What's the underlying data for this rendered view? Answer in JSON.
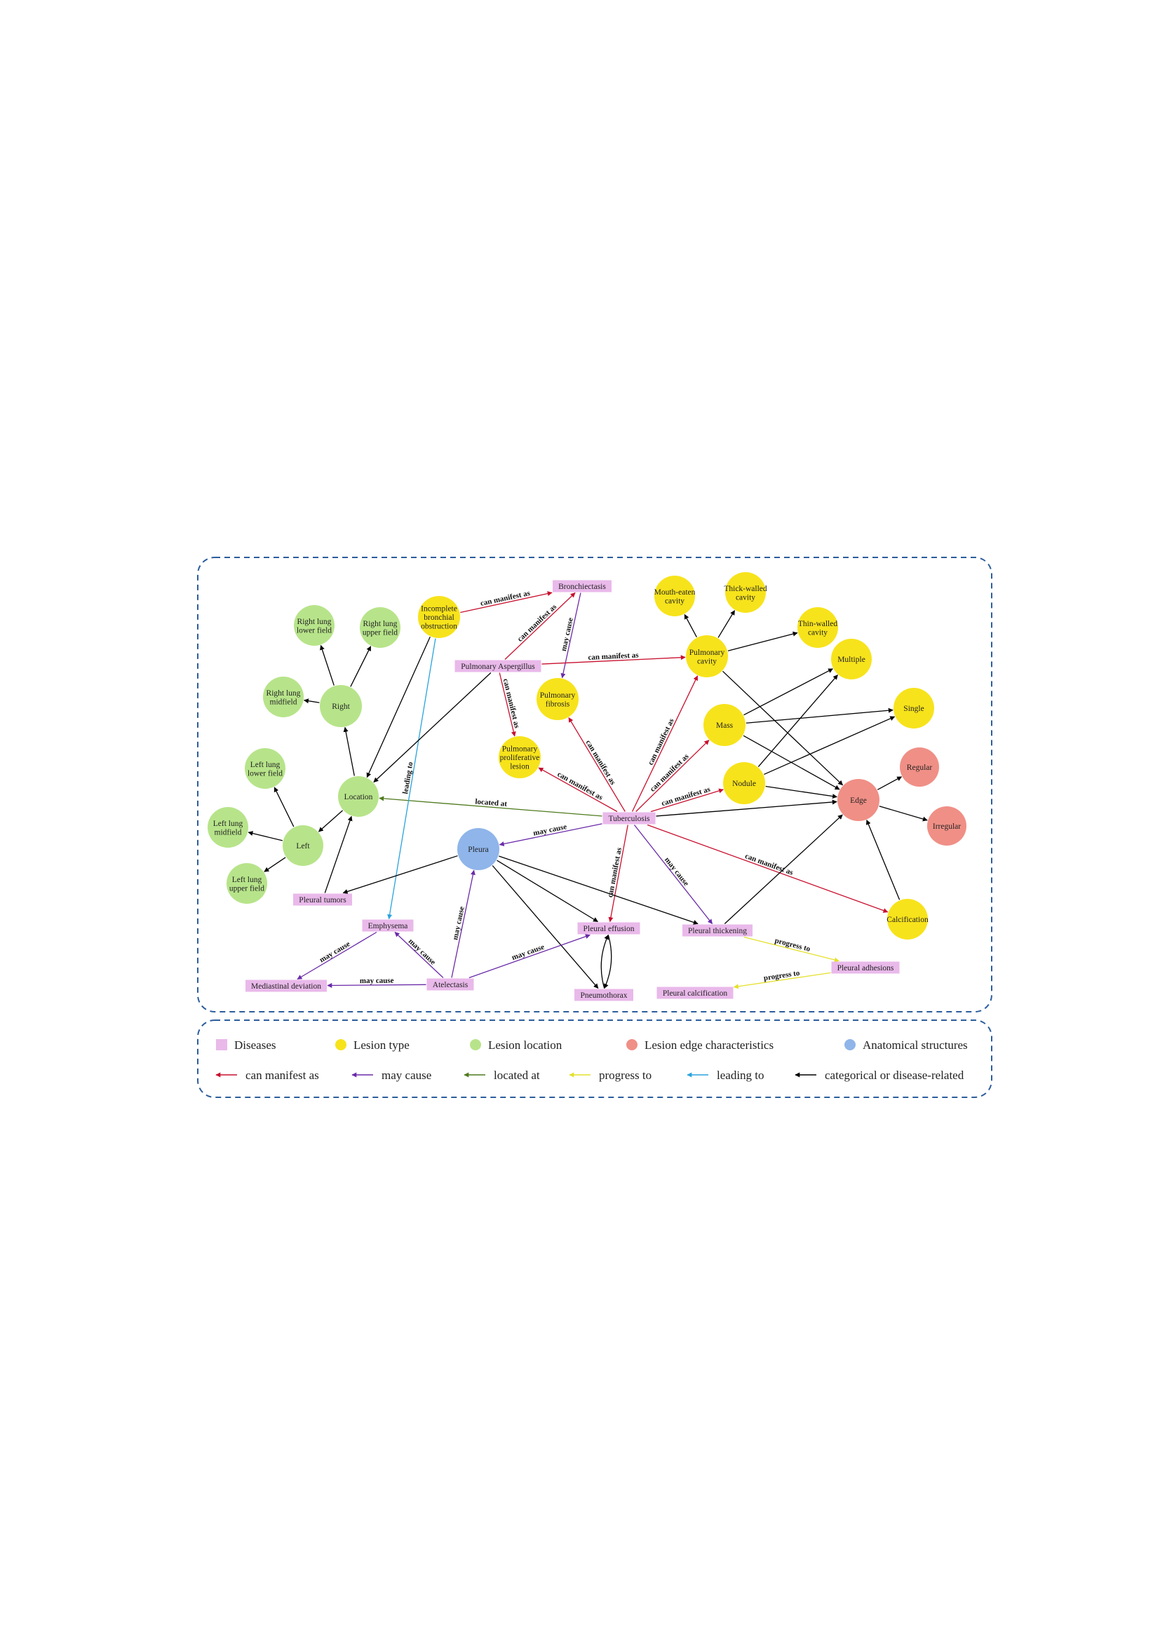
{
  "colors": {
    "disease": "#e9b9ea",
    "lesion_type": "#f7e31b",
    "lesion_location": "#b7e48a",
    "lesion_edge": "#f08f86",
    "anatomical": "#8fb5ea",
    "can_manifest_as": "#c8102e",
    "may_cause": "#6a2aa8",
    "located_at": "#4f7a1e",
    "progress_to": "#e4e02a",
    "leading_to": "#2aa3dd",
    "categorical": "#000000",
    "frame": "#2c5d9c"
  },
  "nodes": [
    {
      "id": "incomplete",
      "label": [
        "Incomplete",
        "bronchial",
        "obstruction"
      ],
      "type": "lesion_type"
    },
    {
      "id": "bronchiectasis",
      "label": [
        "Bronchiectasis"
      ],
      "type": "disease"
    },
    {
      "id": "aspergillus",
      "label": [
        "Pulmonary Aspergillus"
      ],
      "type": "disease"
    },
    {
      "id": "fibrosis",
      "label": [
        "Pulmonary",
        "fibrosis"
      ],
      "type": "lesion_type"
    },
    {
      "id": "proliferative",
      "label": [
        "Pulmonary",
        "proliferative",
        "lesion"
      ],
      "type": "lesion_type"
    },
    {
      "id": "mouth_eaten",
      "label": [
        "Mouth-eaten",
        "cavity"
      ],
      "type": "lesion_type"
    },
    {
      "id": "thick_walled",
      "label": [
        "Thick-walled",
        "cavity"
      ],
      "type": "lesion_type"
    },
    {
      "id": "thin_walled",
      "label": [
        "Thin-walled",
        "cavity"
      ],
      "type": "lesion_type"
    },
    {
      "id": "pulmonary_cavity",
      "label": [
        "Pulmonary",
        "cavity"
      ],
      "type": "lesion_type"
    },
    {
      "id": "multiple",
      "label": [
        "Multiple"
      ],
      "type": "lesion_type"
    },
    {
      "id": "single",
      "label": [
        "Single"
      ],
      "type": "lesion_type"
    },
    {
      "id": "mass",
      "label": [
        "Mass"
      ],
      "type": "lesion_type"
    },
    {
      "id": "nodule",
      "label": [
        "Nodule"
      ],
      "type": "lesion_type"
    },
    {
      "id": "calcification",
      "label": [
        "Calcification"
      ],
      "type": "lesion_type"
    },
    {
      "id": "regular",
      "label": [
        "Regular"
      ],
      "type": "lesion_edge"
    },
    {
      "id": "irregular",
      "label": [
        "Irregular"
      ],
      "type": "lesion_edge"
    },
    {
      "id": "edge",
      "label": [
        "Edge"
      ],
      "type": "lesion_edge"
    },
    {
      "id": "rl_lower",
      "label": [
        "Right lung",
        "lower field"
      ],
      "type": "lesion_location"
    },
    {
      "id": "rl_upper",
      "label": [
        "Right lung",
        "upper field"
      ],
      "type": "lesion_location"
    },
    {
      "id": "rl_mid",
      "label": [
        "Right lung",
        "midfield"
      ],
      "type": "lesion_location"
    },
    {
      "id": "right",
      "label": [
        "Right"
      ],
      "type": "lesion_location"
    },
    {
      "id": "ll_lower",
      "label": [
        "Left lung",
        "lower field"
      ],
      "type": "lesion_location"
    },
    {
      "id": "ll_mid",
      "label": [
        "Left lung",
        "midfield"
      ],
      "type": "lesion_location"
    },
    {
      "id": "ll_upper",
      "label": [
        "Left lung",
        "upper field"
      ],
      "type": "lesion_location"
    },
    {
      "id": "left",
      "label": [
        "Left"
      ],
      "type": "lesion_location"
    },
    {
      "id": "location",
      "label": [
        "Location"
      ],
      "type": "lesion_location"
    },
    {
      "id": "tuberculosis",
      "label": [
        "Tuberculosis"
      ],
      "type": "disease"
    },
    {
      "id": "pleura",
      "label": [
        "Pleura"
      ],
      "type": "anatomical"
    },
    {
      "id": "pleural_tumors",
      "label": [
        "Pleural tumors"
      ],
      "type": "disease"
    },
    {
      "id": "emphysema",
      "label": [
        "Emphysema"
      ],
      "type": "disease"
    },
    {
      "id": "pleural_effusion",
      "label": [
        "Pleural effusion"
      ],
      "type": "disease"
    },
    {
      "id": "pleural_thickening",
      "label": [
        "Pleural thickening"
      ],
      "type": "disease"
    },
    {
      "id": "pleural_adhesions",
      "label": [
        "Pleural adhesions"
      ],
      "type": "disease"
    },
    {
      "id": "pleural_calcification",
      "label": [
        "Pleural calcification"
      ],
      "type": "disease"
    },
    {
      "id": "mediastinal",
      "label": [
        "Mediastinal deviation"
      ],
      "type": "disease"
    },
    {
      "id": "atelectasis",
      "label": [
        "Atelectasis"
      ],
      "type": "disease"
    },
    {
      "id": "pneumothorax",
      "label": [
        "Pneumothorax"
      ],
      "type": "disease"
    }
  ],
  "edges": [
    {
      "from": "incomplete",
      "to": "bronchiectasis",
      "rel": "can_manifest_as",
      "label": "can manifest as"
    },
    {
      "from": "aspergillus",
      "to": "bronchiectasis",
      "rel": "can_manifest_as",
      "label": "can manifest as"
    },
    {
      "from": "bronchiectasis",
      "to": "fibrosis",
      "rel": "may_cause",
      "label": "may cause"
    },
    {
      "from": "aspergillus",
      "to": "pulmonary_cavity",
      "rel": "can_manifest_as",
      "label": "can manifest as"
    },
    {
      "from": "aspergillus",
      "to": "proliferative",
      "rel": "can_manifest_as",
      "label": "can manifest as"
    },
    {
      "from": "tuberculosis",
      "to": "proliferative",
      "rel": "can_manifest_as",
      "label": "can manifest as"
    },
    {
      "from": "tuberculosis",
      "to": "fibrosis",
      "rel": "can_manifest_as",
      "label": "can manifest as"
    },
    {
      "from": "tuberculosis",
      "to": "pulmonary_cavity",
      "rel": "can_manifest_as",
      "label": "can manifest as"
    },
    {
      "from": "tuberculosis",
      "to": "mass",
      "rel": "can_manifest_as",
      "label": "can manifest as"
    },
    {
      "from": "tuberculosis",
      "to": "nodule",
      "rel": "can_manifest_as",
      "label": "can manifest as"
    },
    {
      "from": "tuberculosis",
      "to": "calcification",
      "rel": "can_manifest_as",
      "label": "can manifest as"
    },
    {
      "from": "tuberculosis",
      "to": "pleural_effusion",
      "rel": "can_manifest_as",
      "label": "can manifest as"
    },
    {
      "from": "tuberculosis",
      "to": "location",
      "rel": "located_at",
      "label": "located at"
    },
    {
      "from": "tuberculosis",
      "to": "pleura",
      "rel": "may_cause",
      "label": "may cause"
    },
    {
      "from": "tuberculosis",
      "to": "pleural_thickening",
      "rel": "may_cause",
      "label": "may cause"
    },
    {
      "from": "tuberculosis",
      "to": "edge",
      "rel": "categorical",
      "label": ""
    },
    {
      "from": "incomplete",
      "to": "emphysema",
      "rel": "leading_to",
      "label": "leading to"
    },
    {
      "from": "incomplete",
      "to": "location",
      "rel": "categorical",
      "label": ""
    },
    {
      "from": "aspergillus",
      "to": "location",
      "rel": "categorical",
      "label": ""
    },
    {
      "from": "pulmonary_cavity",
      "to": "mouth_eaten",
      "rel": "categorical",
      "label": ""
    },
    {
      "from": "pulmonary_cavity",
      "to": "thick_walled",
      "rel": "categorical",
      "label": ""
    },
    {
      "from": "pulmonary_cavity",
      "to": "thin_walled",
      "rel": "categorical",
      "label": ""
    },
    {
      "from": "pulmonary_cavity",
      "to": "edge",
      "rel": "categorical",
      "label": ""
    },
    {
      "from": "mass",
      "to": "multiple",
      "rel": "categorical",
      "label": ""
    },
    {
      "from": "mass",
      "to": "single",
      "rel": "categorical",
      "label": ""
    },
    {
      "from": "mass",
      "to": "edge",
      "rel": "categorical",
      "label": ""
    },
    {
      "from": "nodule",
      "to": "multiple",
      "rel": "categorical",
      "label": ""
    },
    {
      "from": "nodule",
      "to": "single",
      "rel": "categorical",
      "label": ""
    },
    {
      "from": "nodule",
      "to": "edge",
      "rel": "categorical",
      "label": ""
    },
    {
      "from": "edge",
      "to": "regular",
      "rel": "categorical",
      "label": ""
    },
    {
      "from": "edge",
      "to": "irregular",
      "rel": "categorical",
      "label": ""
    },
    {
      "from": "calcification",
      "to": "edge",
      "rel": "categorical",
      "label": ""
    },
    {
      "from": "pleural_thickening",
      "to": "edge",
      "rel": "categorical",
      "label": ""
    },
    {
      "from": "right",
      "to": "rl_lower",
      "rel": "categorical",
      "label": ""
    },
    {
      "from": "right",
      "to": "rl_upper",
      "rel": "categorical",
      "label": ""
    },
    {
      "from": "right",
      "to": "rl_mid",
      "rel": "categorical",
      "label": ""
    },
    {
      "from": "location",
      "to": "right",
      "rel": "categorical",
      "label": ""
    },
    {
      "from": "location",
      "to": "left",
      "rel": "categorical",
      "label": ""
    },
    {
      "from": "left",
      "to": "ll_lower",
      "rel": "categorical",
      "label": ""
    },
    {
      "from": "left",
      "to": "ll_mid",
      "rel": "categorical",
      "label": ""
    },
    {
      "from": "left",
      "to": "ll_upper",
      "rel": "categorical",
      "label": ""
    },
    {
      "from": "pleural_tumors",
      "to": "location",
      "rel": "categorical",
      "label": ""
    },
    {
      "from": "pleura",
      "to": "pleural_tumors",
      "rel": "categorical",
      "label": ""
    },
    {
      "from": "pleura",
      "to": "pleural_effusion",
      "rel": "categorical",
      "label": ""
    },
    {
      "from": "pleura",
      "to": "pneumothorax",
      "rel": "categorical",
      "label": ""
    },
    {
      "from": "pleura",
      "to": "pleural_thickening",
      "rel": "categorical",
      "label": ""
    },
    {
      "from": "pleural_effusion",
      "to": "pneumothorax",
      "rel": "categorical",
      "label": ""
    },
    {
      "from": "pneumothorax",
      "to": "pleural_effusion",
      "rel": "categorical",
      "label": ""
    },
    {
      "from": "atelectasis",
      "to": "pleura",
      "rel": "may_cause",
      "label": "may cause"
    },
    {
      "from": "atelectasis",
      "to": "emphysema",
      "rel": "may_cause",
      "label": "may cause"
    },
    {
      "from": "atelectasis",
      "to": "mediastinal",
      "rel": "may_cause",
      "label": "may cause"
    },
    {
      "from": "atelectasis",
      "to": "pleural_effusion",
      "rel": "may_cause",
      "label": "may cause"
    },
    {
      "from": "emphysema",
      "to": "mediastinal",
      "rel": "may_cause",
      "label": "may cause"
    },
    {
      "from": "pleural_thickening",
      "to": "pleural_adhesions",
      "rel": "progress_to",
      "label": "progress to"
    },
    {
      "from": "pleural_adhesions",
      "to": "pleural_calcification",
      "rel": "progress_to",
      "label": "progress to"
    }
  ],
  "legend": {
    "node_types": [
      {
        "type": "disease",
        "label": "Diseases"
      },
      {
        "type": "lesion_type",
        "label": "Lesion type"
      },
      {
        "type": "lesion_location",
        "label": "Lesion location"
      },
      {
        "type": "lesion_edge",
        "label": "Lesion edge characteristics"
      },
      {
        "type": "anatomical",
        "label": "Anatomical structures"
      }
    ],
    "relations": [
      {
        "rel": "can_manifest_as",
        "label": "can manifest as"
      },
      {
        "rel": "may_cause",
        "label": "may cause"
      },
      {
        "rel": "located_at",
        "label": "located at"
      },
      {
        "rel": "progress_to",
        "label": "progress to"
      },
      {
        "rel": "leading_to",
        "label": "leading to"
      },
      {
        "rel": "categorical",
        "label": "categorical or disease-related"
      }
    ]
  }
}
